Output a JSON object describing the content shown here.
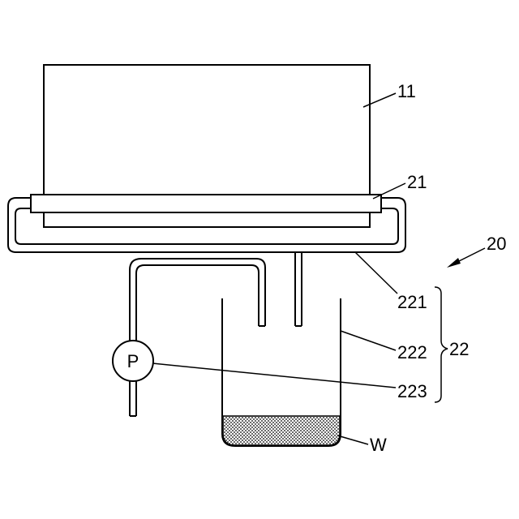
{
  "labels": {
    "unit_11": "11",
    "part_21": "21",
    "system_20": "20",
    "pipe_221": "221",
    "tank_222": "222",
    "pump_223": "223",
    "group_22": "22",
    "water_w": "W",
    "pump_symbol": "P"
  }
}
